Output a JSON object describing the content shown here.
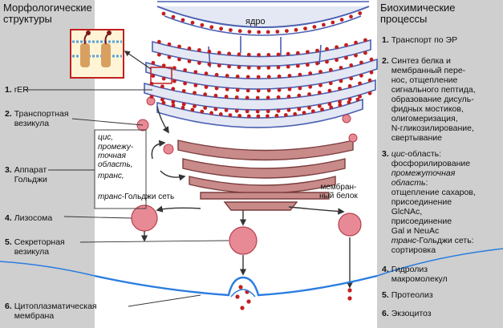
{
  "left_panel": {
    "title": "Морфологические\nструктуры",
    "items": [
      {
        "num": "1.",
        "label": "rER"
      },
      {
        "num": "2.",
        "label": "Транспортная\nвезикула"
      },
      {
        "num": "3.",
        "label": "Аппарат\nГольджи"
      },
      {
        "num": "4.",
        "label": "Лизосома"
      },
      {
        "num": "5.",
        "label": "Секреторная\nвезикула"
      },
      {
        "num": "6.",
        "label": "Цитоплазматическая\nмембрана"
      }
    ]
  },
  "right_panel": {
    "title": "Биохимические\nпроцессы",
    "items": [
      {
        "num": "1.",
        "text": "Транспорт по ЭР"
      },
      {
        "num": "2.",
        "text": "Синтез белка и\nмембранный пере-\nнос, отщепление\nсигнального пептида,\nобразование дисуль-\nфидных мостиков,\nолигомеризация,\nN-гликозилирование,\nсвертывание"
      },
      {
        "num": "3.",
        "italic_lead": "цис",
        "text": "-область:\nфосфорилирование",
        "italic_line": "промежуточная\nобласть",
        "text2": ":\nотщепление сахаров,\nприсоединение\nGlcNAc,\nприсоединение\nGal и NeuAc",
        "italic_lead2": "транс",
        "text3": "-Гольджи сеть:\nсортировка"
      },
      {
        "num": "4.",
        "text": "Гидролиз\nмакромолекул"
      },
      {
        "num": "5.",
        "text": "Протеолиз"
      },
      {
        "num": "6.",
        "text": "Экзоцитоз"
      }
    ]
  },
  "diagram_labels": {
    "nucleus": "ядро",
    "golgi_cis": "цис,",
    "golgi_intermediate": "промежу-\nточная\nобласть,",
    "golgi_trans": "транс,",
    "golgi_trans_network_italic": "транс",
    "golgi_trans_network": "-Гольджи сеть",
    "membrane_protein": "мембран-\nный белок"
  },
  "colors": {
    "panel_gray": "#cfcfcf",
    "er_fill": "#e4e8f4",
    "er_stroke": "#4a5fb0",
    "golgi_fill": "#c98a8a",
    "golgi_stroke": "#7a3d3d",
    "ribosome": "#c21f1f",
    "vesicle_fill": "#e88a95",
    "membrane_blue": "#2a7de0"
  }
}
